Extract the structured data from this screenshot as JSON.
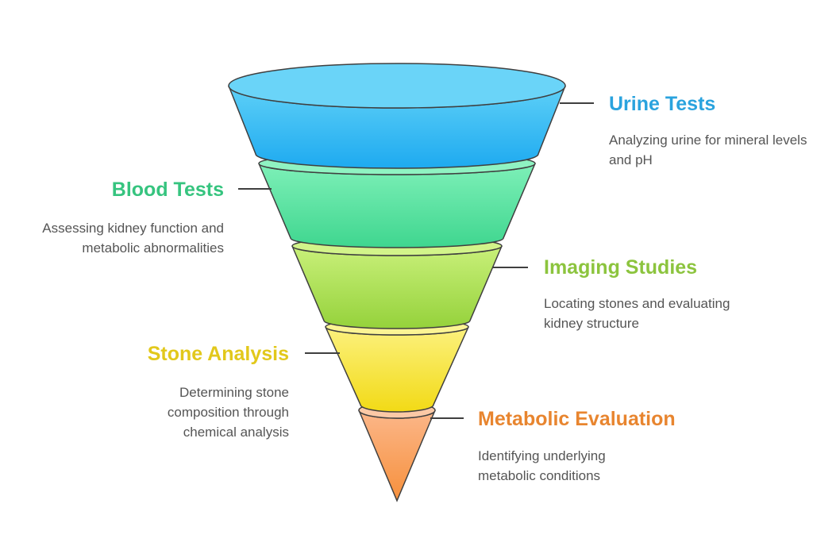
{
  "stages": [
    {
      "title": "Urine Tests",
      "description": "Analyzing urine for mineral levels and pH",
      "color": "#2aa3de"
    },
    {
      "title": "Blood Tests",
      "description": "Assessing kidney function and metabolic abnormalities",
      "color": "#36c47f"
    },
    {
      "title": "Imaging Studies",
      "description": "Locating stones and evaluating kidney structure",
      "color": "#8cc43e"
    },
    {
      "title": "Stone Analysis",
      "description": "Determining stone composition through chemical analysis",
      "color": "#e2c81b"
    },
    {
      "title": "Metabolic Evaluation",
      "description": "Identifying underlying metabolic conditions",
      "color": "#e8852f"
    }
  ]
}
